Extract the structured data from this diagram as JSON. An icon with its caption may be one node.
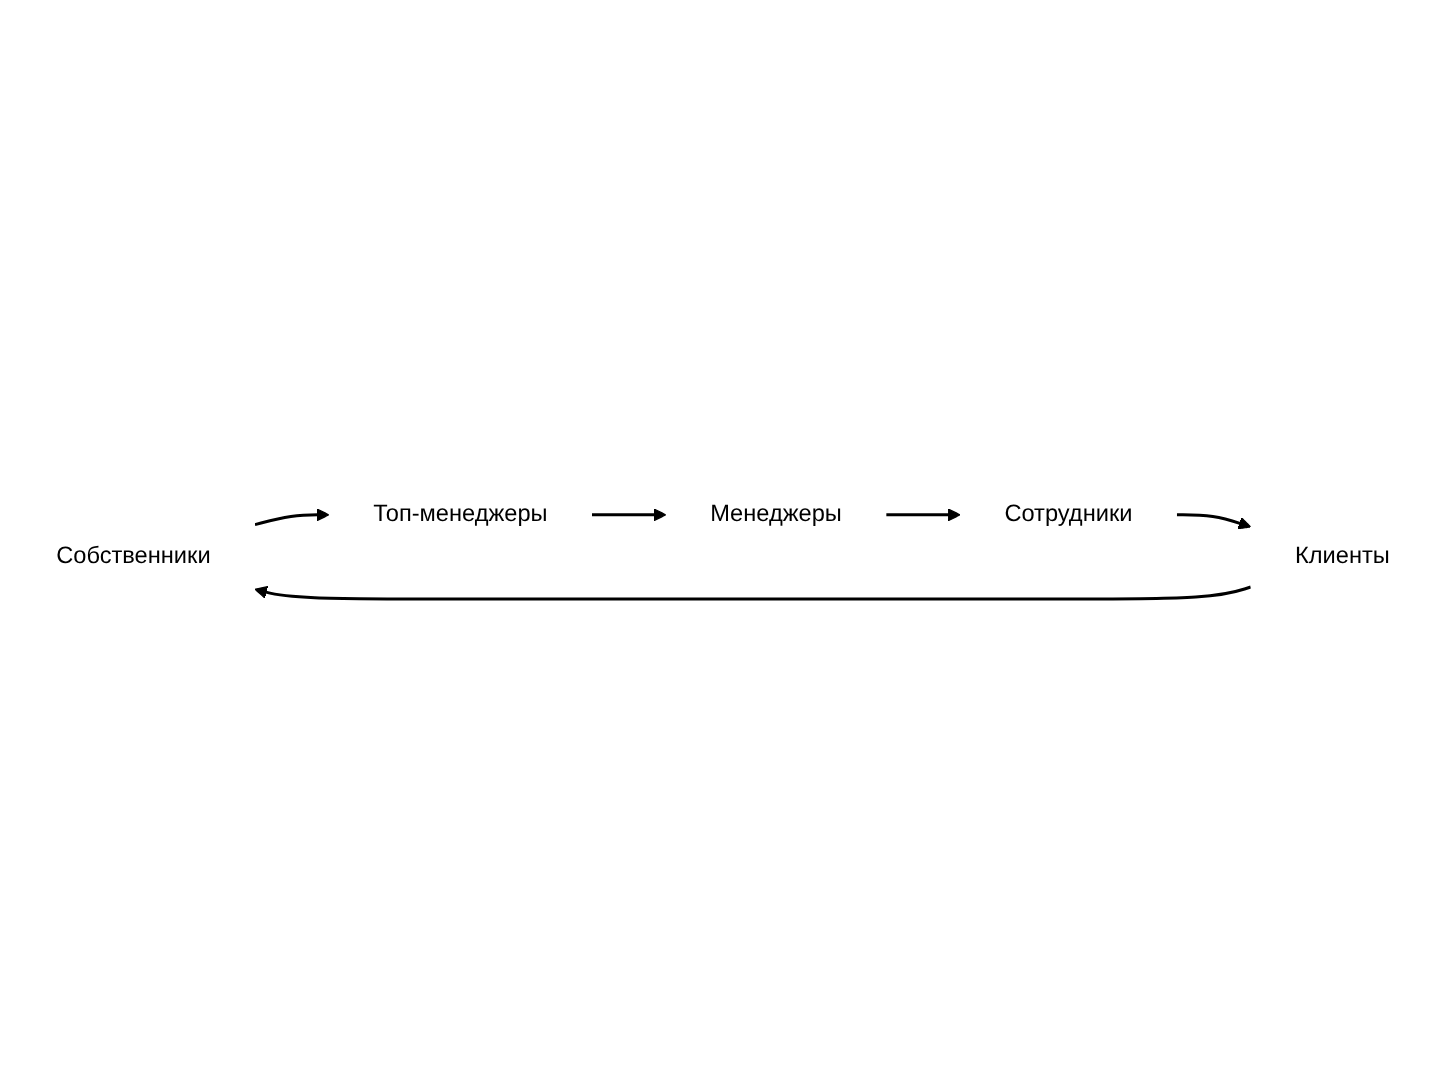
{
  "diagram": {
    "nodes": [
      {
        "text": [
          "Собственники"
        ]
      },
      {
        "text": [
          "Топ-менеджеры"
        ]
      },
      {
        "text": [
          "Менеджеры"
        ]
      },
      {
        "text": [
          "Сотрудники"
        ]
      },
      {
        "text": [
          "Клиенты"
        ]
      }
    ],
    "edges": [
      {
        "from": 0,
        "to": 1,
        "arrow": "to"
      },
      {
        "from": 1,
        "to": 2,
        "arrow": "to"
      },
      {
        "from": 2,
        "to": 3,
        "arrow": "to"
      },
      {
        "from": 3,
        "to": 4,
        "arrow": "to"
      },
      {
        "from": 4,
        "to": 0,
        "arrow": "to"
      }
    ]
  }
}
